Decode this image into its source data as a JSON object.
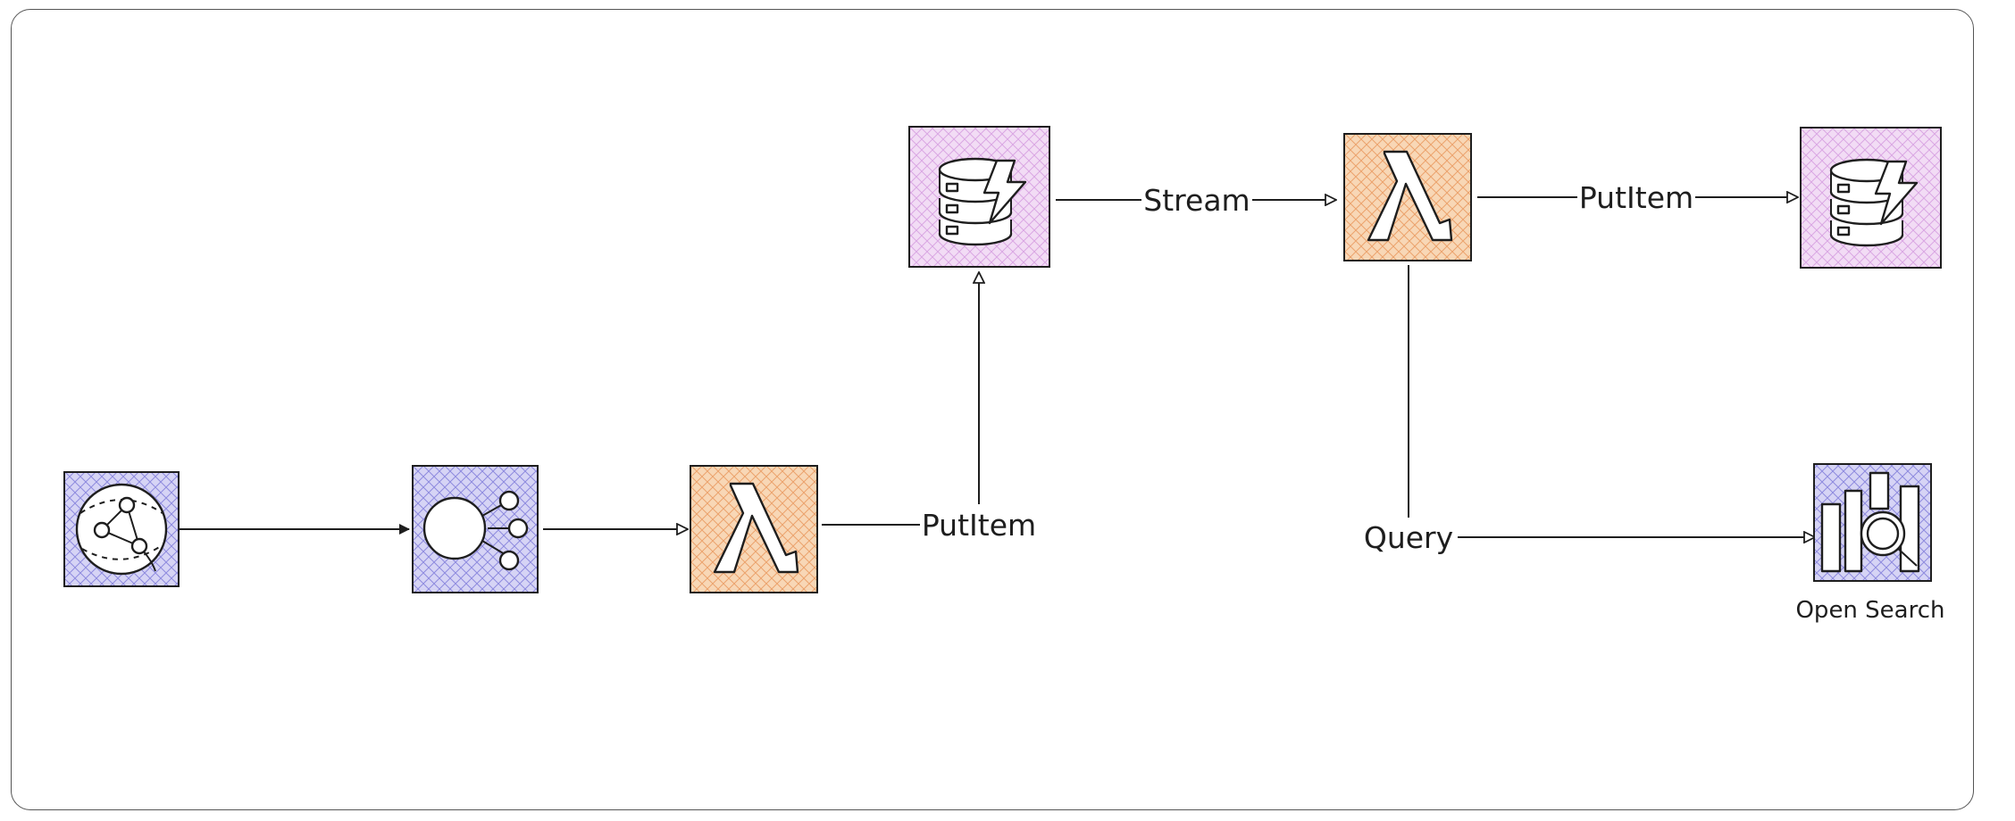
{
  "colors": {
    "stroke": "#1e1e1e",
    "blue_fill": "#c9c6f2",
    "orange_fill": "#f5c79a",
    "purple_fill": "#e8c6ee",
    "blue_hatch": "#7b78d8",
    "orange_hatch": "#e8955a",
    "purple_hatch": "#cf8fdc"
  },
  "nodes": {
    "cloudfront": {
      "icon": "cloudfront-icon"
    },
    "api_gateway": {
      "icon": "api-gateway-icon"
    },
    "lambda_ingest": {
      "icon": "lambda-icon"
    },
    "dynamodb_main": {
      "icon": "dynamodb-icon"
    },
    "lambda_stream": {
      "icon": "lambda-icon"
    },
    "dynamodb_target": {
      "icon": "dynamodb-icon"
    },
    "opensearch": {
      "icon": "opensearch-icon",
      "label": "Open Search"
    }
  },
  "edges": {
    "putitem_main": "PutItem",
    "stream": "Stream",
    "putitem_target": "PutItem",
    "query": "Query"
  }
}
